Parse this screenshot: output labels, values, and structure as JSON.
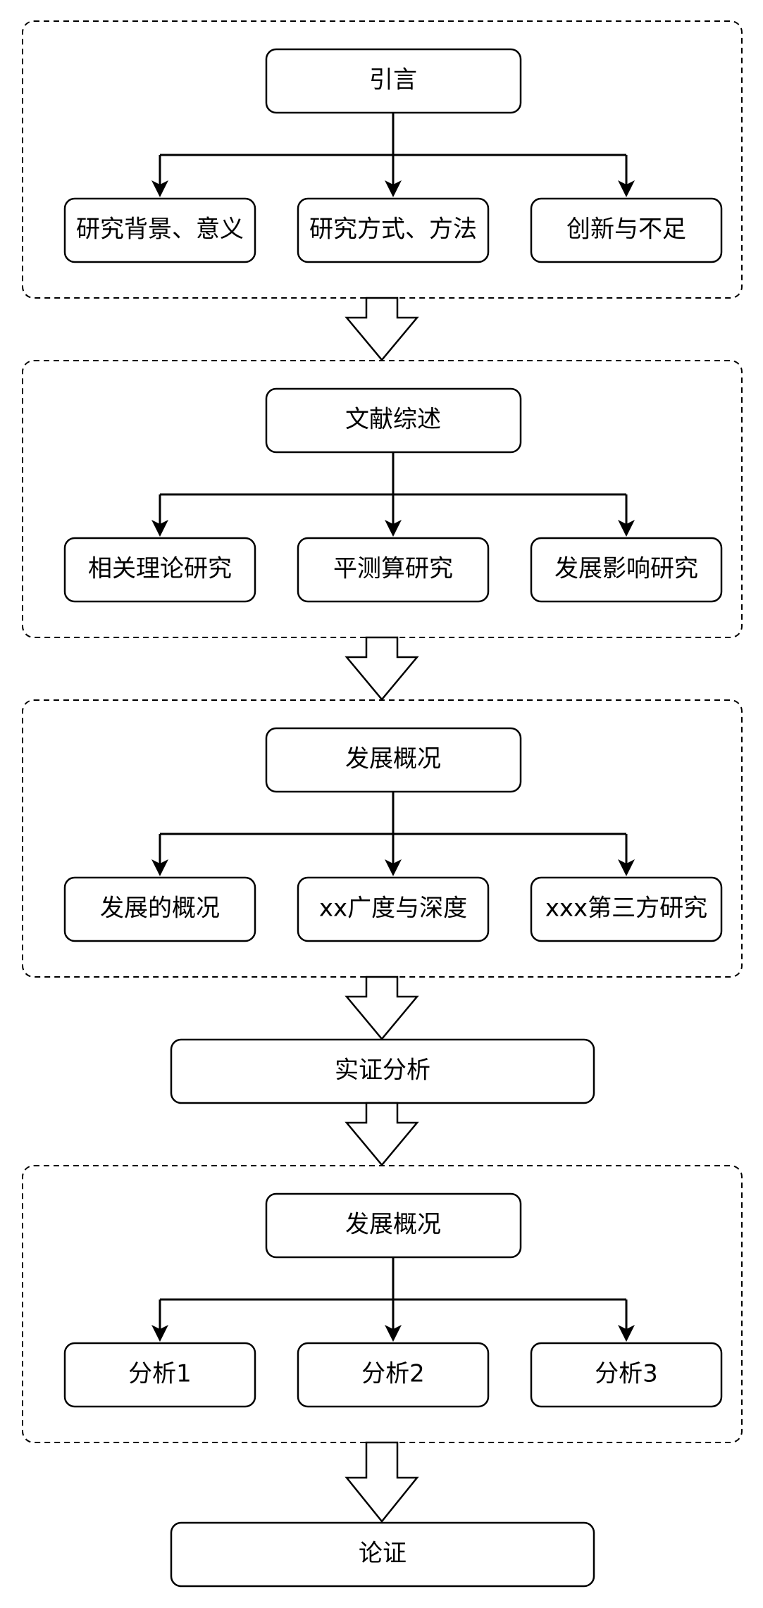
{
  "sections": [
    {
      "title": "引言",
      "children": [
        "研究背景、意义",
        "研究方式、方法",
        "创新与不足"
      ]
    },
    {
      "title": "文献综述",
      "children": [
        "相关理论研究",
        "平测算研究",
        "发展影响研究"
      ]
    },
    {
      "title": "发展概况",
      "children": [
        "发展的概况",
        "xx广度与深度",
        "xxx第三方研究"
      ]
    },
    {
      "title": "实证分析",
      "children": []
    },
    {
      "title": "发展概况",
      "children": [
        "分析1",
        "分析2",
        "分析3"
      ]
    },
    {
      "title": "论证",
      "children": []
    }
  ]
}
